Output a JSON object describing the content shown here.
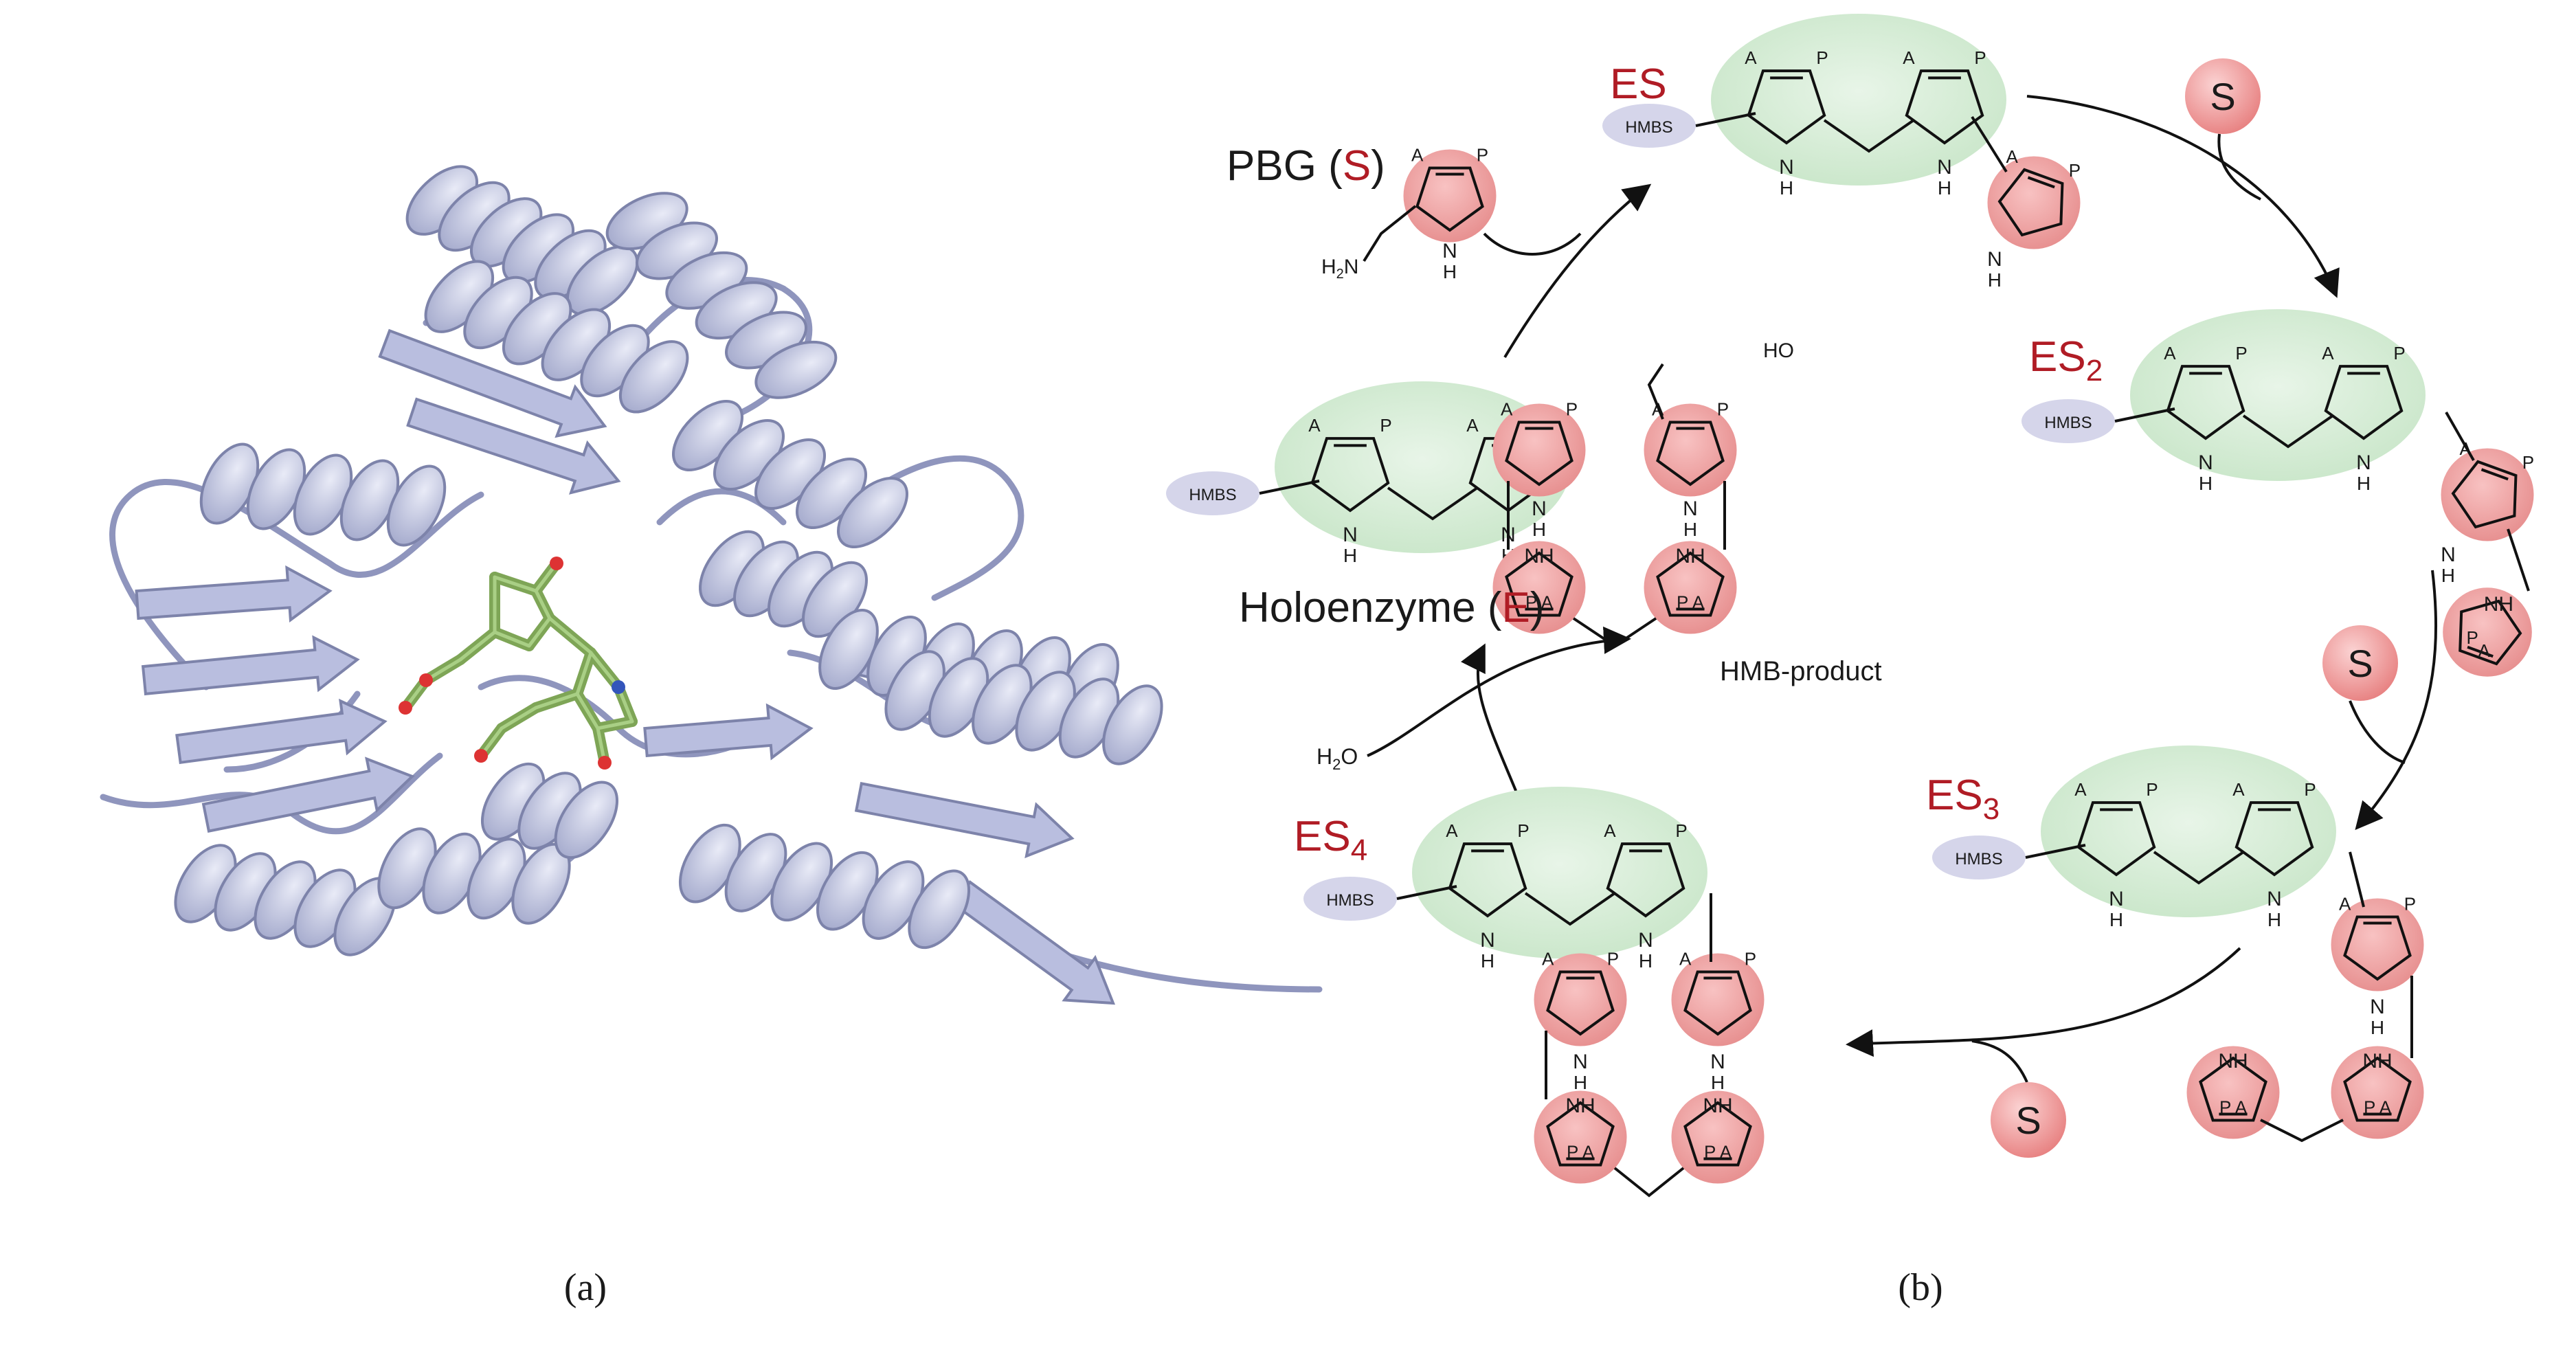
{
  "colors": {
    "protein_helix": "#b3b8d9",
    "protein_dark": "#8e93b8",
    "ligand": "#7ea556",
    "cofactor_fill": "#dcefdc",
    "substrate_fill": "#f3a5a5",
    "enzyme_fill": "#d5d5ea",
    "label_red": "#b01c25",
    "text": "#1a1a1a"
  },
  "panel_a": {
    "caption": "(a)"
  },
  "panel_b": {
    "caption": "(b)",
    "pbg_label": {
      "prefix": "PBG (",
      "letter": "S",
      "suffix": ")"
    },
    "holo_label": {
      "prefix": "Holoenzyme (",
      "letter": "E",
      "suffix": ")"
    },
    "es": {
      "main": "ES",
      "sub": ""
    },
    "es2": {
      "main": "ES",
      "sub": "2"
    },
    "es3": {
      "main": "ES",
      "sub": "3"
    },
    "es4": {
      "main": "ES",
      "sub": "4"
    },
    "substrate_circle": "S",
    "hmbs": "HMBS",
    "product_label": "HMB-product",
    "water_label": {
      "main": "H",
      "sub": "2",
      "tail": "O"
    },
    "amine_label": {
      "main": "H",
      "sub": "2",
      "tail": "N"
    },
    "ho_label": "HO",
    "atom": {
      "nh": "NH",
      "n": "N",
      "h": "H",
      "a": "A",
      "p": "P"
    }
  }
}
